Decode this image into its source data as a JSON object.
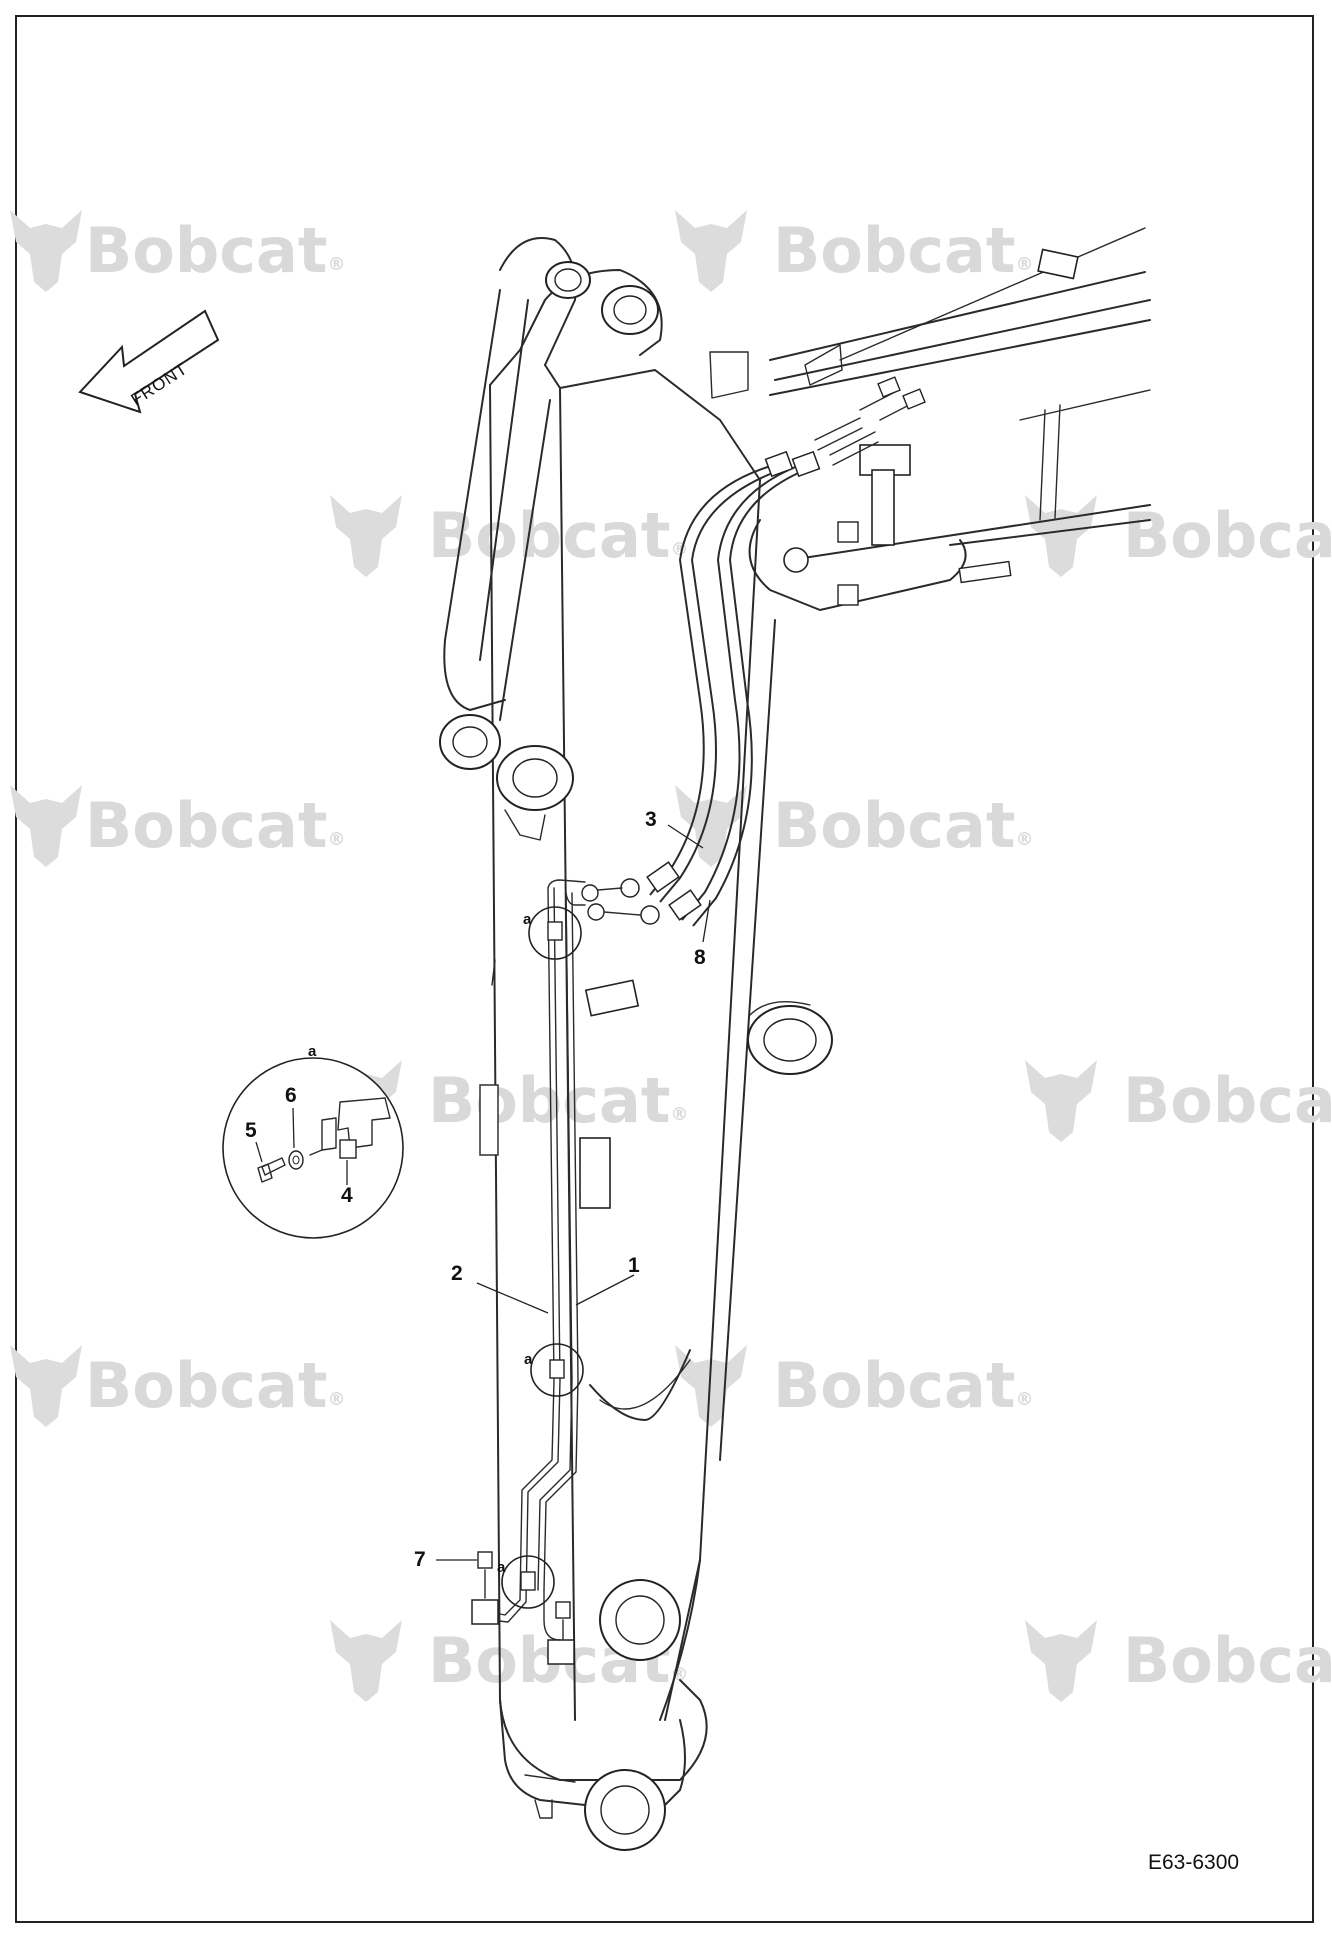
{
  "watermark": {
    "brand": "Bobcat",
    "registered": "®"
  },
  "direction_arrow": {
    "label": "FRONT"
  },
  "detail": {
    "letter": "a"
  },
  "callouts": [
    {
      "id": "1",
      "label": "1"
    },
    {
      "id": "2",
      "label": "2"
    },
    {
      "id": "3",
      "label": "3"
    },
    {
      "id": "4",
      "label": "4"
    },
    {
      "id": "5",
      "label": "5"
    },
    {
      "id": "6",
      "label": "6"
    },
    {
      "id": "7",
      "label": "7"
    },
    {
      "id": "8",
      "label": "8"
    }
  ],
  "clamp_marker": {
    "letter": "a"
  },
  "drawing_number": "E63-6300"
}
